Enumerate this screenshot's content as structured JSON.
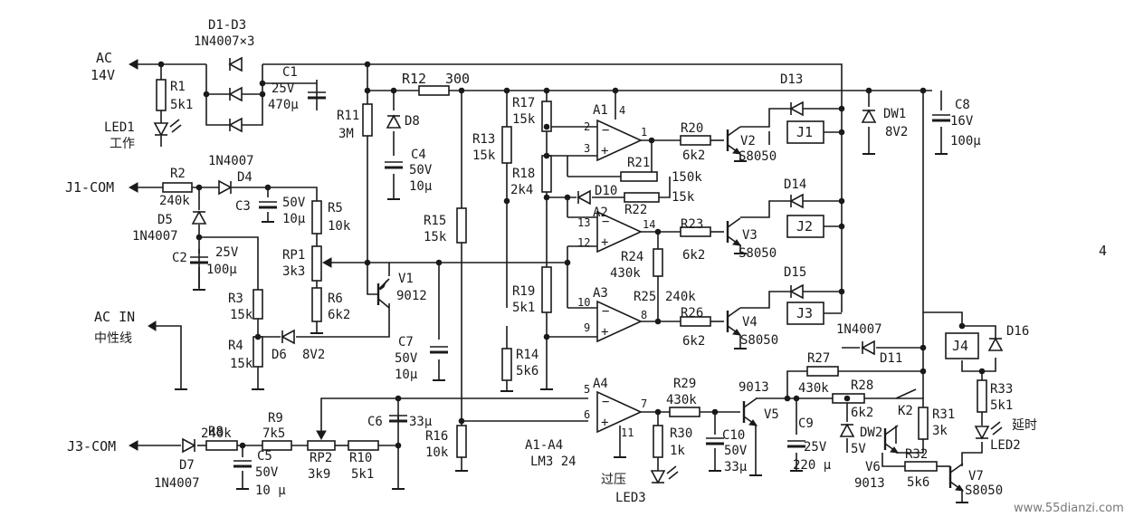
{
  "diagram": {
    "labels": {
      "D1_D3": "D1-D3",
      "D1_D3_part": "1N4007×3",
      "AC": "AC",
      "AC_V": "14V",
      "R1": "R1",
      "R1_v": "5k1",
      "LED1": "LED1",
      "LED1_cn": "工作",
      "C1": "C1",
      "C1_v": "25V",
      "C1_c": "470μ",
      "R12": "R12",
      "R12_v": "300",
      "R11": "R11",
      "R11_v": "3M",
      "D8": "D8",
      "C4": "C4",
      "C4_v": "50V",
      "C4_c": "10μ",
      "R17": "R17",
      "R17_v": "15k",
      "R13": "R13",
      "R13_v": "15k",
      "R18": "R18",
      "R18_v": "2k4",
      "A1": "A1",
      "R20": "R20",
      "R20_v": "6k2",
      "V2": "V2",
      "V2_t": "S8050",
      "J1": "J1",
      "D13": "D13",
      "DW1": "DW1",
      "DW1_v": "8V2",
      "C8": "C8",
      "C8_v": "16V",
      "C8_c": "100μ",
      "R21": "R21",
      "R21_v": "150k",
      "D10": "D10",
      "R22": "R22",
      "R22_v": "15k",
      "D4_part": "1N4007",
      "R2": "R2",
      "R2_v": "240k",
      "D4": "D4",
      "J1COM": "J1-COM",
      "C3": "C3",
      "C3_v": "50V",
      "C3_c": "10μ",
      "R5": "R5",
      "R5_v": "10k",
      "D5": "D5",
      "D5_part": "1N4007",
      "C2": "C2",
      "C2_v": "25V",
      "C2_c": "100μ",
      "RP1": "RP1",
      "RP1_v": "3k3",
      "R15": "R15",
      "R15_v": "15k",
      "A2": "A2",
      "R23": "R23",
      "R23_v": "6k2",
      "V3": "V3",
      "V3_t": "S8050",
      "J2": "J2",
      "D14": "D14",
      "V1": "V1",
      "V1_t": "9012",
      "R24": "R24",
      "R24_v": "430k",
      "R3": "R3",
      "R3_v": "15k",
      "R6": "R6",
      "R6_v": "6k2",
      "R19": "R19",
      "R19_v": "5k1",
      "A3": "A3",
      "R25": "R25",
      "R25_v": "240k",
      "R26": "R26",
      "R26_v": "6k2",
      "V4": "V4",
      "V4_t": "S8050",
      "J3": "J3",
      "D15": "D15",
      "ACIN": "AC IN",
      "ACIN_cn": "中性线",
      "D6": "D6",
      "D6_v": "8V2",
      "R4": "R4",
      "R4_v": "15k",
      "C7": "C7",
      "C7_v": "50V",
      "C7_c": "10μ",
      "R14": "R14",
      "R14_v": "5k6",
      "D11_part": "1N4007",
      "D11": "D11",
      "J4": "J4",
      "D16": "D16",
      "R27": "R27",
      "R27_v": "430k",
      "R28": "R28",
      "R28_v": "6k2",
      "A4": "A4",
      "R29": "R29",
      "R29_v": "430k",
      "V5_t": "9013",
      "V5": "V5",
      "K2": "K2",
      "R31": "R31",
      "R31_v": "3k",
      "R33": "R33",
      "R33_v": "5k1",
      "LED2_cn": "延时",
      "LED2": "LED2",
      "R8": "R8",
      "R8_v": "240k",
      "R9": "R9",
      "R9_v": "7k5",
      "C6": "C6",
      "C6_c": "33μ",
      "R16": "R16",
      "R16_v": "10k",
      "R30": "R30",
      "R30_v": "1k",
      "C10": "C10",
      "C10_v": "50V",
      "C10_c": "33μ",
      "C9": "C9",
      "C9_v": "25V",
      "C9_c": "220 μ",
      "DW2": "DW2",
      "DW2_v": "5V",
      "V6": "V6",
      "V6_t": "9013",
      "R32": "R32",
      "R32_v": "5k6",
      "V7": "V7",
      "V7_t": "S8050",
      "J3COM": "J3-COM",
      "D7": "D7",
      "D7_part": "1N4007",
      "C5": "C5",
      "C5_v": "50V",
      "C5_c": "10 μ",
      "RP2": "RP2",
      "RP2_v": "3k9",
      "R10": "R10",
      "R10_v": "5k1",
      "A1A4": "A1-A4",
      "LM324": "LM3 24",
      "LED3_cn": "过压",
      "LED3": "LED3",
      "page_num": "4",
      "watermark": "www.55dianzi.com"
    },
    "pins": {
      "a1_2": "2",
      "a1_3": "3",
      "a1_1": "1",
      "a1_4": "4",
      "a2_13": "13",
      "a2_12": "12",
      "a2_14": "14",
      "a3_10": "10",
      "a3_9": "9",
      "a3_8": "8",
      "a4_5": "5",
      "a4_6": "6",
      "a4_7": "7",
      "a4_11": "11"
    }
  }
}
